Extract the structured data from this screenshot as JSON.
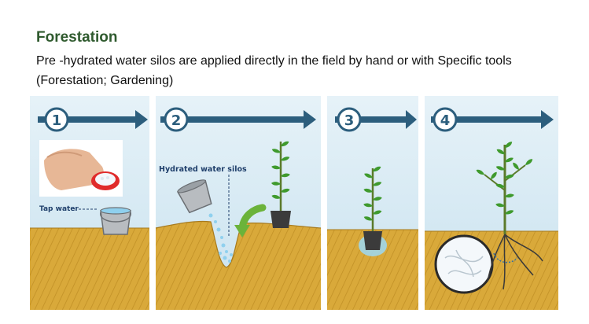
{
  "header": {
    "title": "Forestation",
    "subtitle": "Pre -hydrated water silos are applied directly in the field by hand or with Specific tools (Forestation; Gardening)"
  },
  "steps": [
    {
      "number": "1",
      "label": "Tap water"
    },
    {
      "number": "2",
      "label": "Hydrated water silos"
    },
    {
      "number": "3"
    },
    {
      "number": "4"
    }
  ],
  "colors": {
    "sky": "#d8ebf5",
    "soil": "#d9a93a",
    "arrow": "#2c5e7d",
    "green_arrow": "#6bb33a",
    "leaf": "#3f9a2d"
  },
  "icons": [
    "hand-with-silos-icon",
    "bucket-icon",
    "green-curved-arrow-icon",
    "seedling-icon",
    "tree-icon",
    "root-ball-icon"
  ]
}
